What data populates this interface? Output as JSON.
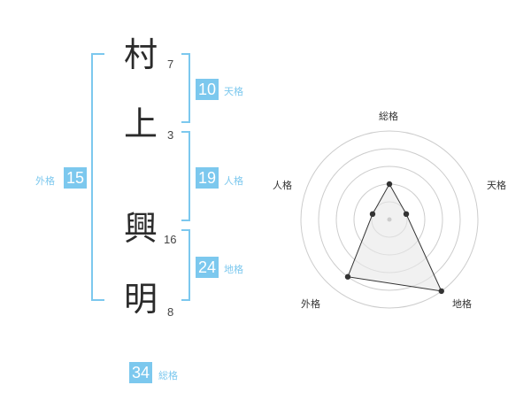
{
  "name": {
    "characters": [
      {
        "char": "村",
        "strokes": "7"
      },
      {
        "char": "上",
        "strokes": "3"
      },
      {
        "char": "興",
        "strokes": "16"
      },
      {
        "char": "明",
        "strokes": "8"
      }
    ]
  },
  "fortunes": {
    "tenkaku": {
      "value": "10",
      "label": "天格"
    },
    "jinkaku": {
      "value": "19",
      "label": "人格"
    },
    "chikaku": {
      "value": "24",
      "label": "地格"
    },
    "gaikaku": {
      "value": "15",
      "label": "外格"
    },
    "soukaku": {
      "value": "34",
      "label": "総格"
    }
  },
  "colors": {
    "accent": "#7cc8ee",
    "grid": "#cccccc",
    "line": "#333333",
    "fill": "#e8e8e8"
  },
  "radar": {
    "labels": {
      "top": "総格",
      "upper_right": "天格",
      "lower_right": "地格",
      "lower_left": "外格",
      "upper_left": "人格"
    },
    "levels": 5,
    "scores": {
      "soukaku": 2,
      "tenkaku": 1,
      "chikaku": 5,
      "gaikaku": 4,
      "jinkaku": 1
    }
  }
}
